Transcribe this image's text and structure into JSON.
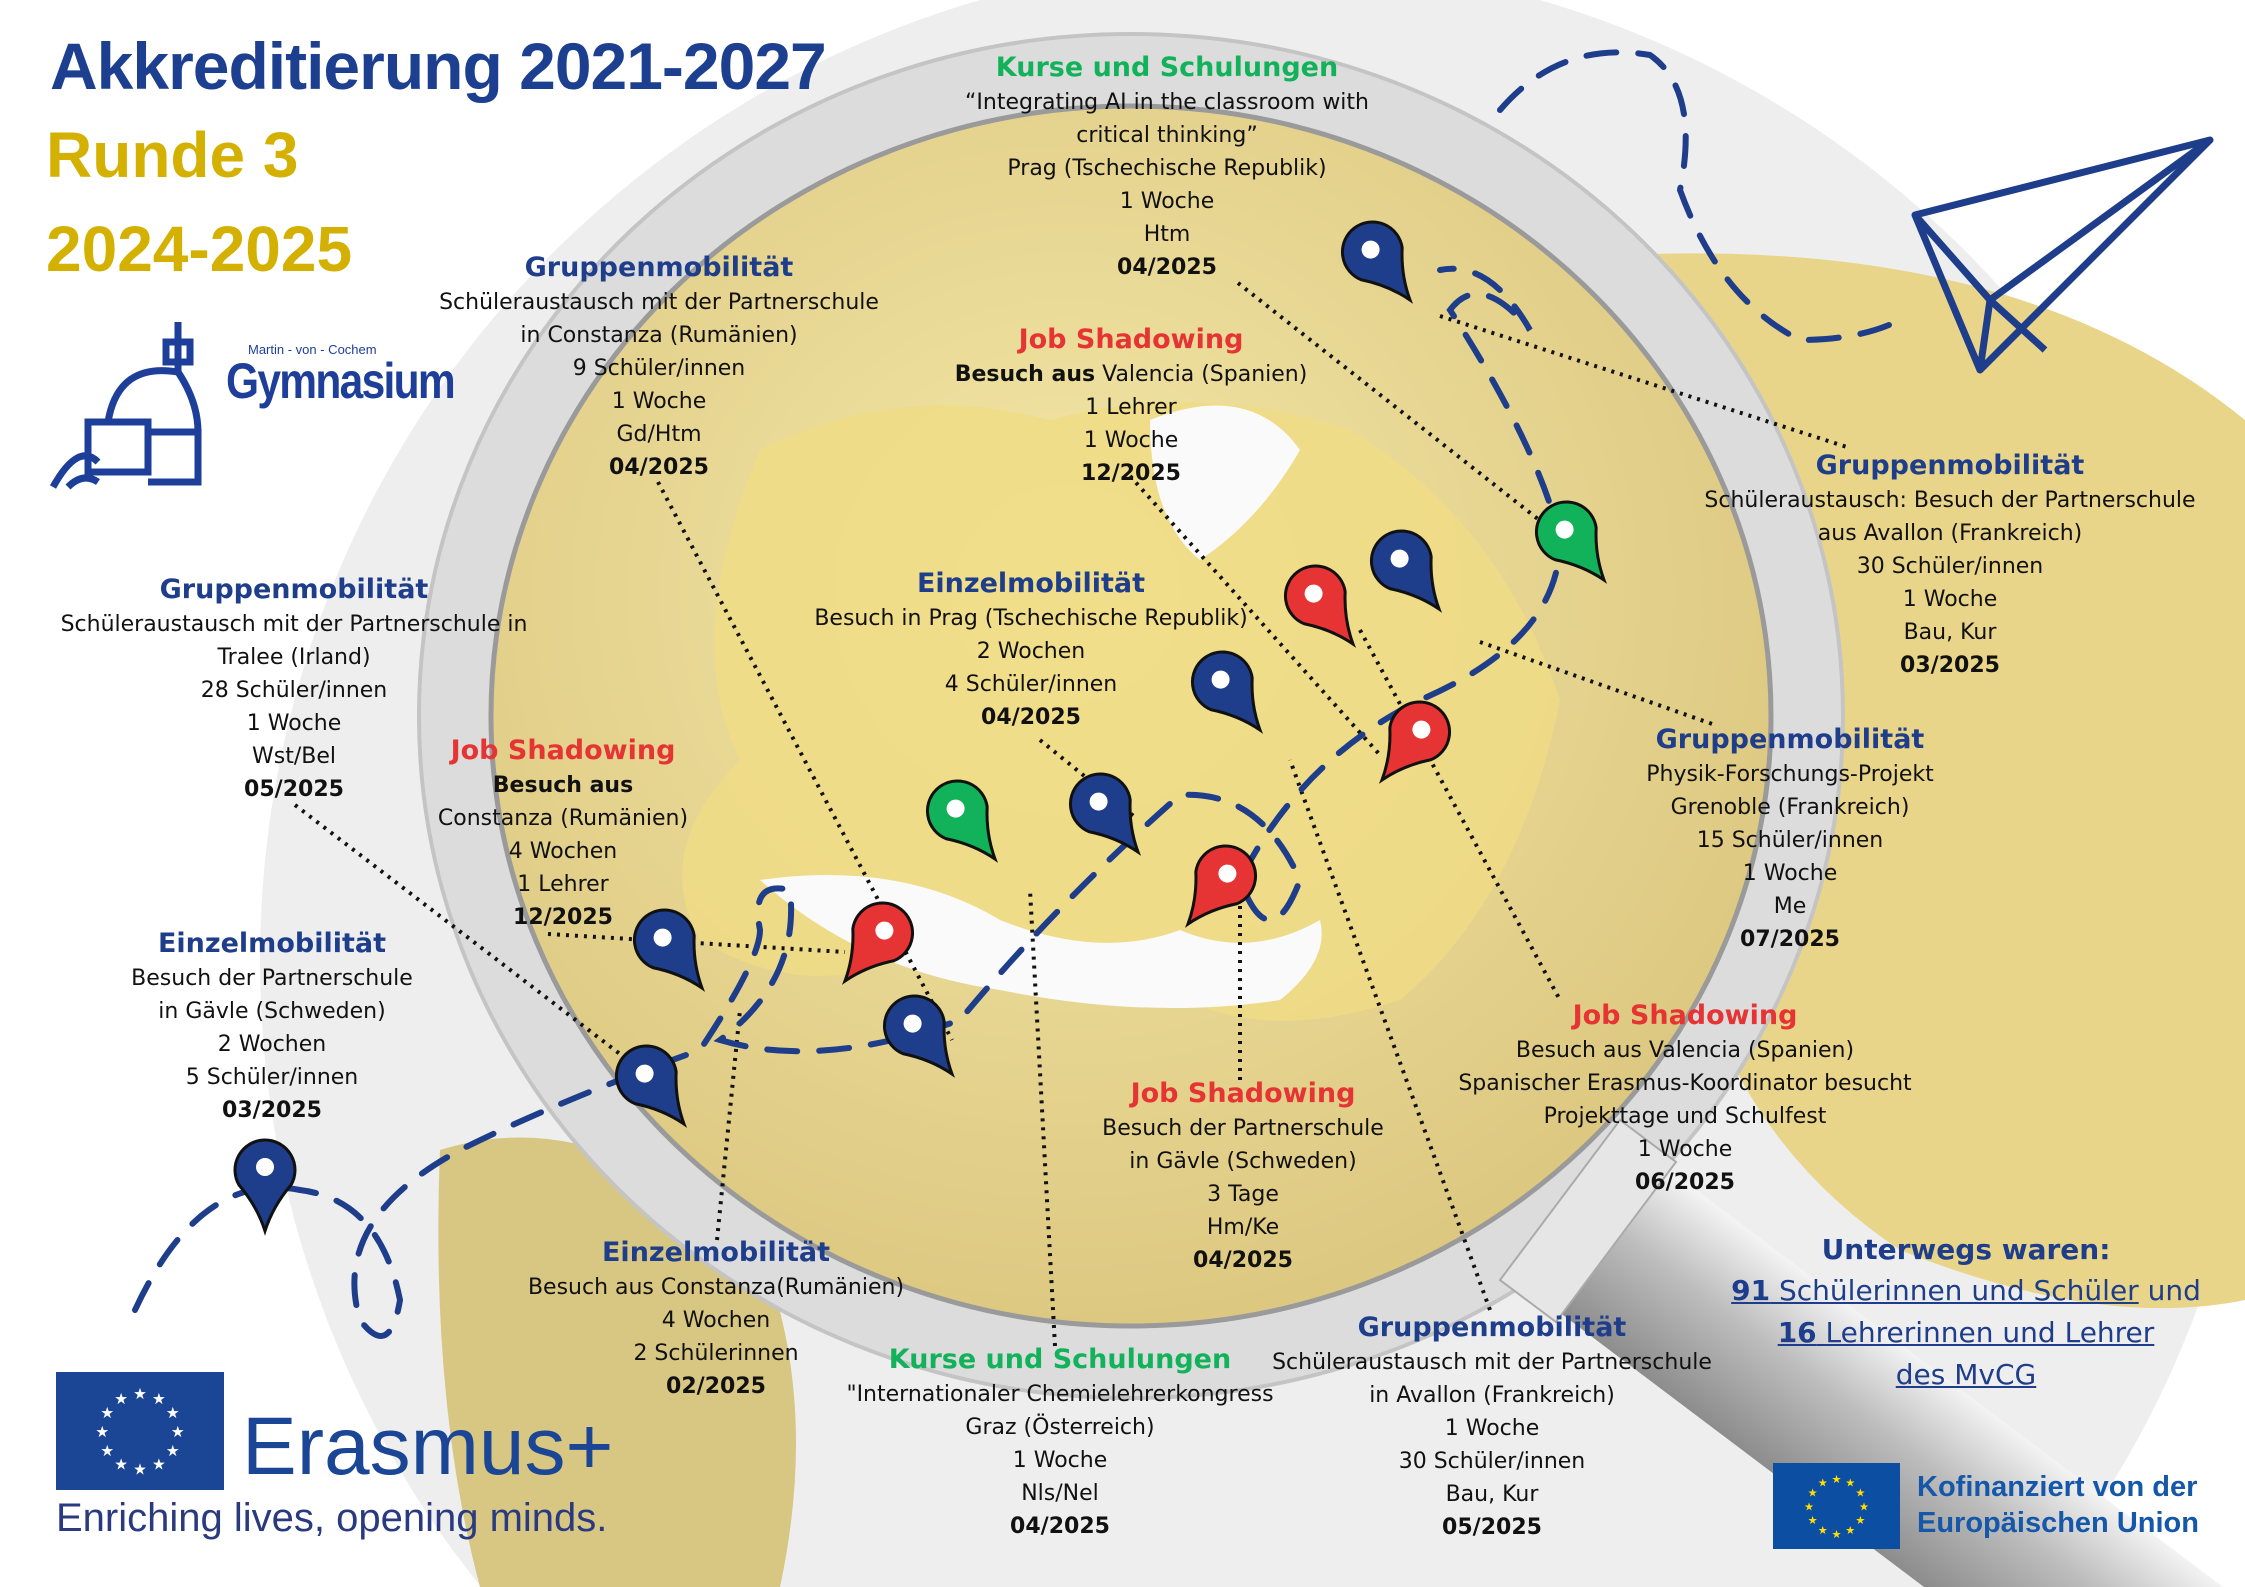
{
  "header": {
    "title": "Akkreditierung 2021-2027",
    "round": "Runde 3",
    "years": "2024-2025"
  },
  "logo": {
    "small": "Martin - von - Cochem",
    "name": "Gymnasium"
  },
  "colors": {
    "blue": "#1e3d8a",
    "red": "#e63333",
    "green": "#12b25a",
    "gold": "#d4b000",
    "globe": "#ecd98a"
  },
  "blocks": [
    {
      "id": "kurse-prag",
      "type": "Kurse und Schulungen",
      "color": "green",
      "lines": [
        "“Integrating AI in the classroom with",
        "critical thinking”",
        "Prag (Tschechische Republik)",
        "1 Woche",
        "Htm"
      ],
      "date": "04/2025"
    },
    {
      "id": "gruppe-constanza",
      "type": "Gruppenmobilität",
      "color": "blue",
      "lines": [
        "Schüleraustausch mit der Partnerschule",
        "in Constanza (Rumänien)",
        "9 Schüler/innen",
        "1 Woche",
        "Gd/Htm"
      ],
      "date": "04/2025"
    },
    {
      "id": "job-valencia-12",
      "type": "Job Shadowing",
      "color": "red",
      "bold_prefix": "Besuch aus",
      "lines": [
        " Valencia (Spanien)",
        "1 Lehrer",
        "1 Woche"
      ],
      "date": "12/2025"
    },
    {
      "id": "gruppe-avallon-03",
      "type": "Gruppenmobilität",
      "color": "blue",
      "lines": [
        "Schüleraustausch: Besuch der Partnerschule",
        "aus Avallon (Frankreich)",
        "30 Schüler/innen",
        "1 Woche",
        "Bau, Kur"
      ],
      "date": "03/2025"
    },
    {
      "id": "gruppe-tralee",
      "type": "Gruppenmobilität",
      "color": "blue",
      "lines": [
        "Schüleraustausch mit der Partnerschule in",
        "Tralee (Irland)",
        "28 Schüler/innen",
        "1 Woche",
        "Wst/Bel"
      ],
      "date": "05/2025"
    },
    {
      "id": "einzel-prag",
      "type": "Einzelmobilität",
      "color": "blue",
      "lines": [
        "Besuch in Prag (Tschechische Republik)",
        "2 Wochen",
        "4 Schüler/innen"
      ],
      "date": "04/2025"
    },
    {
      "id": "job-constanza",
      "type": "Job Shadowing",
      "color": "red",
      "bold_prefix": "Besuch aus",
      "lines": [
        "Constanza (Rumänien)",
        "4 Wochen",
        "1 Lehrer"
      ],
      "date": "12/2025",
      "prefix_own_line": true
    },
    {
      "id": "gruppe-grenoble",
      "type": "Gruppenmobilität",
      "color": "blue",
      "lines": [
        "Physik-Forschungs-Projekt",
        "Grenoble (Frankreich)",
        "15 Schüler/innen",
        "1 Woche",
        "Me"
      ],
      "date": "07/2025"
    },
    {
      "id": "einzel-gaevle",
      "type": "Einzelmobilität",
      "color": "blue",
      "lines": [
        "Besuch der Partnerschule",
        "in Gävle (Schweden)",
        "2 Wochen",
        "5 Schüler/innen"
      ],
      "date": "03/2025"
    },
    {
      "id": "job-valencia-06",
      "type": "Job Shadowing",
      "color": "red",
      "lines": [
        "Besuch aus Valencia (Spanien)",
        "Spanischer Erasmus-Koordinator besucht",
        "Projekttage und Schulfest",
        "1 Woche"
      ],
      "date": "06/2025"
    },
    {
      "id": "job-gaevle",
      "type": "Job Shadowing",
      "color": "red",
      "lines": [
        "Besuch der Partnerschule",
        "in Gävle (Schweden)",
        "3 Tage",
        "Hm/Ke"
      ],
      "date": "04/2025"
    },
    {
      "id": "einzel-constanza",
      "type": "Einzelmobilität",
      "color": "blue",
      "lines": [
        "Besuch aus Constanza(Rumänien)",
        "4 Wochen",
        "2 Schülerinnen"
      ],
      "date": "02/2025"
    },
    {
      "id": "kurse-graz",
      "type": "Kurse und Schulungen",
      "color": "green",
      "lines": [
        "\"Internationaler Chemielehrerkongress",
        "Graz (Österreich)",
        "1 Woche",
        "Nls/Nel"
      ],
      "date": "04/2025"
    },
    {
      "id": "gruppe-avallon-05",
      "type": "Gruppenmobilität",
      "color": "blue",
      "lines": [
        "Schüleraustausch mit der Partnerschule",
        "in Avallon (Frankreich)",
        "1 Woche",
        "30 Schüler/innen",
        "Bau, Kur"
      ],
      "date": "05/2025"
    }
  ],
  "summary": {
    "title": "Unterwegs waren:",
    "students_count": "91",
    "students_label": " Schülerinnen und Schüler",
    "and": " und",
    "teachers_count": "16",
    "teachers_label": " Lehrerinnen und Lehrer",
    "school": "des MvCG"
  },
  "erasmus": {
    "wordmark": "Erasmus+",
    "tagline": "Enriching lives, opening minds."
  },
  "eu": {
    "line1": "Kofinanziert von der",
    "line2": "Europäischen Union"
  },
  "pins": [
    {
      "color": "blue"
    },
    {
      "color": "green"
    },
    {
      "color": "blue"
    },
    {
      "color": "red"
    },
    {
      "color": "red"
    },
    {
      "color": "blue"
    },
    {
      "color": "blue"
    },
    {
      "color": "green"
    },
    {
      "color": "red"
    },
    {
      "color": "red"
    },
    {
      "color": "blue"
    },
    {
      "color": "blue"
    },
    {
      "color": "blue"
    },
    {
      "color": "blue"
    }
  ]
}
